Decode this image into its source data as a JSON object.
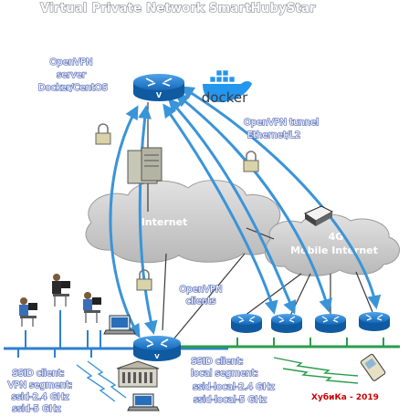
{
  "title": "Virtual Private Network SmartHubyStar",
  "server": {
    "line1": "OpenVPN",
    "line2": "server",
    "line3": "Docker/CentOS"
  },
  "docker": {
    "label": "docker"
  },
  "tunnel": {
    "line1": "OpenVPN tunnel",
    "line2": "Ethernet/L2"
  },
  "internet": {
    "label": "Internet"
  },
  "mobile": {
    "line1": "4G",
    "line2": "Mobile  Internet"
  },
  "clients": {
    "line1": "OpenVPN",
    "line2": "clients"
  },
  "ssid_vpn": {
    "line1": "SSID client:",
    "line2": "VPN  segment:",
    "line3": "ssid-2.4 GHz",
    "line4": "ssid-5 GHz"
  },
  "ssid_local": {
    "line1": "SSID client:",
    "line2": "local segment:",
    "line3": "ssid-local-2.4 GHz",
    "line4": "ssid-local-5 GHz"
  },
  "credit": "ХубиКа - 2019",
  "colors": {
    "router": "#1569b8",
    "tunnel": "#3a94d8",
    "lan": "#2f7fd0",
    "wifi": "#2a9d4c",
    "cloud": "#c9c9c9",
    "credit": "#cc0000"
  }
}
